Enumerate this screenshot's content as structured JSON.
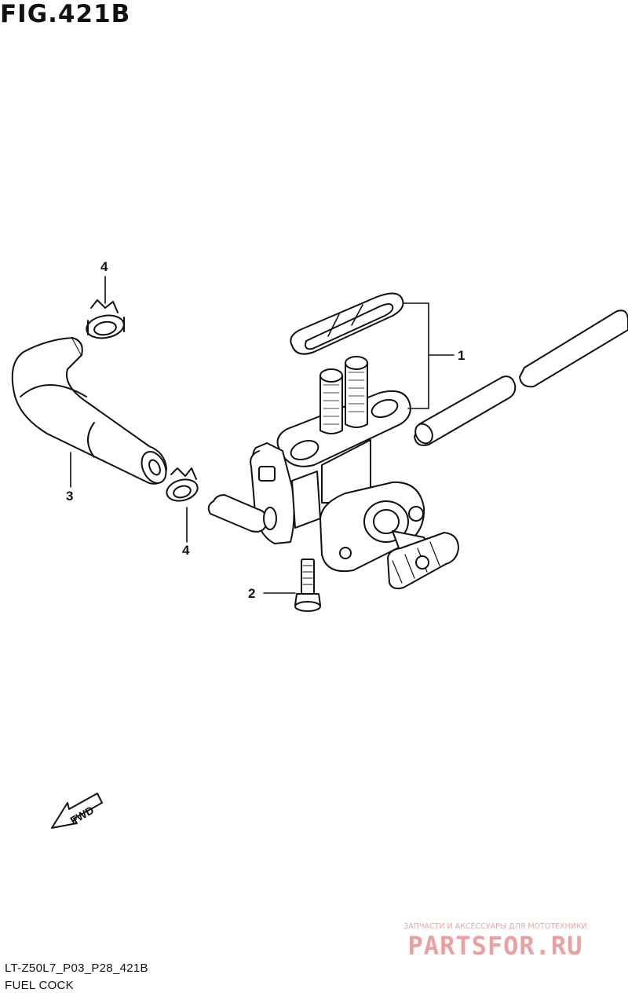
{
  "figure": {
    "title": "FIG.421B"
  },
  "callouts": {
    "fuel_cock_assy": "1",
    "bolt": "2",
    "fuel_hose": "3",
    "clamp_upper": "4",
    "clamp_lower": "4"
  },
  "fwd_label": "FWD",
  "footer": {
    "code": "LT-Z50L7_P03_P28_421B",
    "name": "FUEL COCK"
  },
  "watermark": {
    "tagline": "ЗАПЧАСТИ И АКСЕССУАРЫ ДЛЯ МОТОТЕХНИКИ",
    "logo": "PARTSFOR.RU"
  }
}
